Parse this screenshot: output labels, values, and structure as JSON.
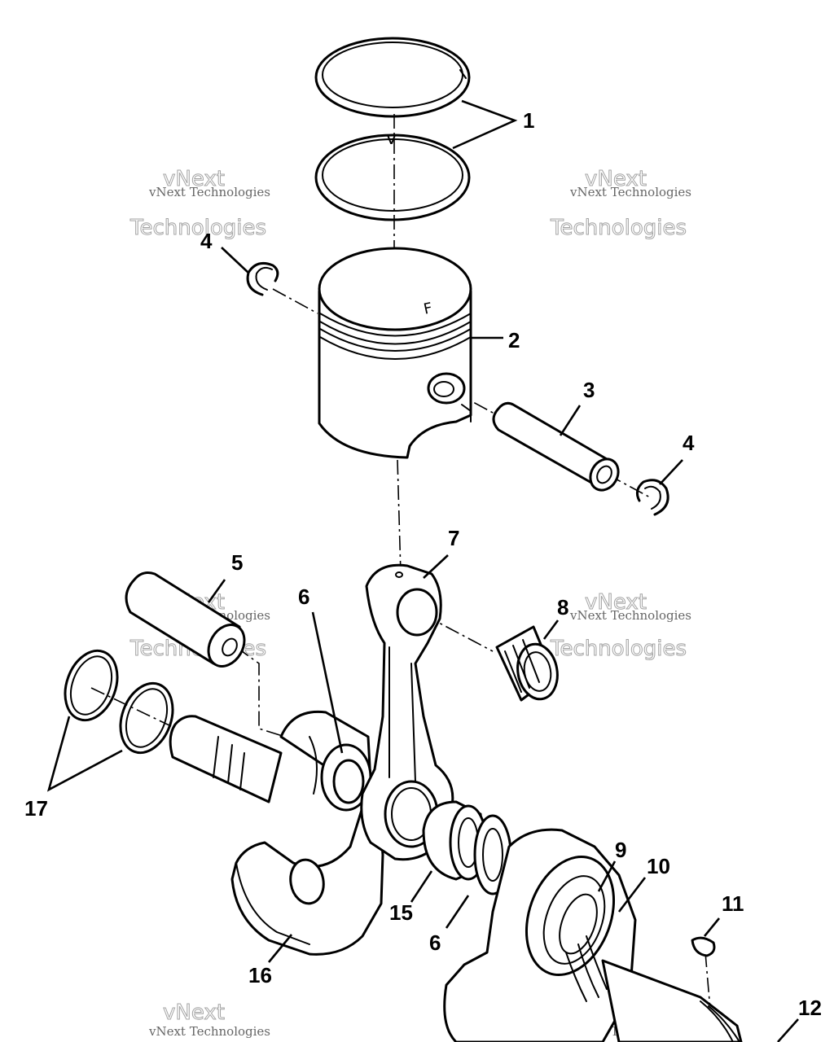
{
  "diagram": {
    "callouts": [
      {
        "id": "1",
        "label": "1"
      },
      {
        "id": "2",
        "label": "2"
      },
      {
        "id": "3",
        "label": "3"
      },
      {
        "id": "4a",
        "label": "4"
      },
      {
        "id": "4b",
        "label": "4"
      },
      {
        "id": "5",
        "label": "5"
      },
      {
        "id": "6a",
        "label": "6"
      },
      {
        "id": "6b",
        "label": "6"
      },
      {
        "id": "7",
        "label": "7"
      },
      {
        "id": "8",
        "label": "8"
      },
      {
        "id": "9",
        "label": "9"
      },
      {
        "id": "10",
        "label": "10"
      },
      {
        "id": "11",
        "label": "11"
      },
      {
        "id": "12",
        "label": "12"
      },
      {
        "id": "15",
        "label": "15"
      },
      {
        "id": "16",
        "label": "16"
      },
      {
        "id": "17",
        "label": "17"
      }
    ],
    "watermark": {
      "line1": "vNext Technologies",
      "line2": "vNext",
      "line3": "Technologies"
    },
    "piston_marking": "F"
  }
}
